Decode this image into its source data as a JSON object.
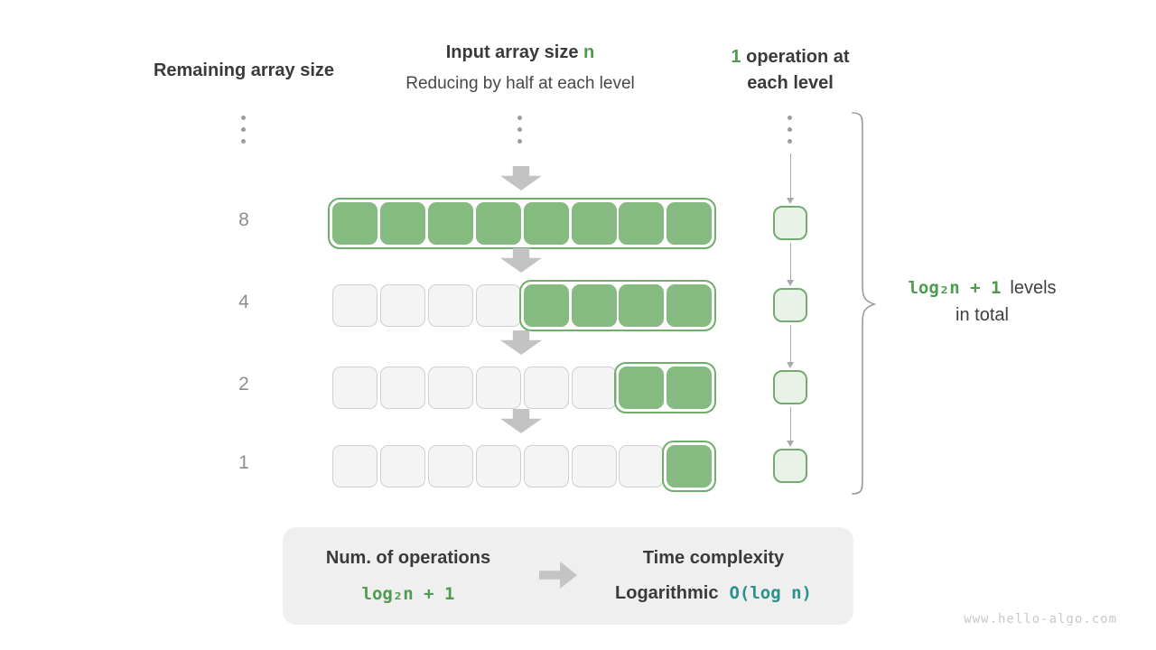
{
  "headers": {
    "left": "Remaining array size",
    "center_title_prefix": "Input array size ",
    "center_title_highlight": "n",
    "center_subtitle": "Reducing by half at each level",
    "right_highlight": "1",
    "right_line1_rest": " operation at",
    "right_line2": "each level"
  },
  "rows": [
    {
      "label": "8",
      "total": 8,
      "active": 8
    },
    {
      "label": "4",
      "total": 8,
      "active": 4
    },
    {
      "label": "2",
      "total": 8,
      "active": 2
    },
    {
      "label": "1",
      "total": 8,
      "active": 1
    }
  ],
  "brace_label": {
    "formula": "log₂n + 1",
    "suffix": "levels",
    "line2": "in total"
  },
  "summary": {
    "left_title": "Num. of operations",
    "left_formula": "log₂n + 1",
    "right_title": "Time complexity",
    "right_value_name": "Logarithmic",
    "right_value_code": "O(log n)"
  },
  "watermark": "www.hello-algo.com",
  "icons": {
    "level_arrow": "arrow-down",
    "op_connector": "arrow-down",
    "summary_arrow": "arrow-right",
    "ellipsis": "vertical-ellipsis",
    "brace": "curly-brace-right"
  },
  "colors": {
    "highlight_green_text": "#4f9b4f",
    "cell_green": "#85ba80",
    "container_border_green": "#6fae6b",
    "op_fill_green": "#e9f2e7",
    "teal_text": "#2b918a",
    "gray_arrow": "#c3c3c3",
    "summary_bg": "#efefef",
    "dark_text": "#3a3a3a"
  }
}
